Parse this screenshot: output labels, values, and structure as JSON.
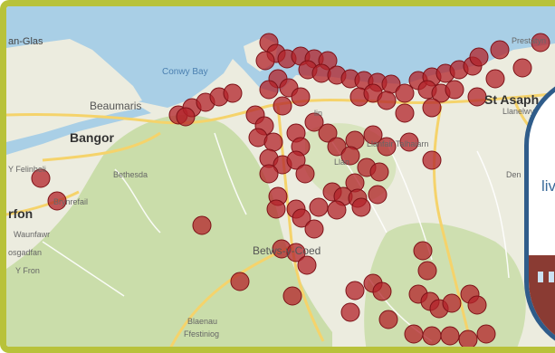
{
  "map": {
    "places": [
      {
        "name": "an-Glas"
      },
      {
        "name": "Conwy Bay"
      },
      {
        "name": "Beaumaris"
      },
      {
        "name": "Bangor"
      },
      {
        "name": "Y Felinheli"
      },
      {
        "name": "Bethesda"
      },
      {
        "name": "Brynrefail"
      },
      {
        "name": "rfon"
      },
      {
        "name": "Waunfawr"
      },
      {
        "name": "osgadfan"
      },
      {
        "name": "Y Fron"
      },
      {
        "name": "Betws-y-Coed"
      },
      {
        "name": "Blaenau"
      },
      {
        "name": "Ffestiniog"
      },
      {
        "name": "Prestatyn"
      },
      {
        "name": "St Asaph"
      },
      {
        "name": "Llanelwy"
      },
      {
        "name": "Llanfair Talhaiarn"
      },
      {
        "name": "Llan"
      },
      {
        "name": "lin"
      },
      {
        "name": "Den"
      }
    ],
    "colors": {
      "sea": "#a9cfe6",
      "land": "#ececdf",
      "hills": "#c7dca4",
      "road_major": "#f5d36b",
      "road_minor": "#ffffff",
      "marker_fill": "#b3232a",
      "marker_stroke": "#7d1117",
      "frame_border": "#b8c23a"
    },
    "markers_visible": true
  },
  "callout": {
    "text": "live"
  }
}
